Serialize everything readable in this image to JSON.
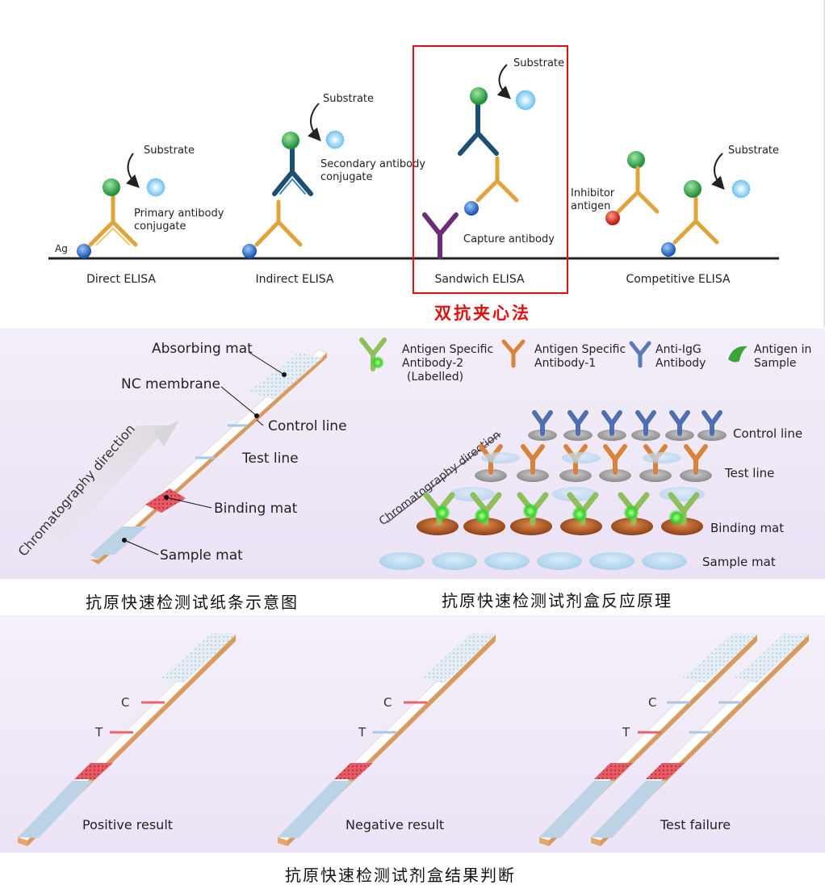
{
  "elisa": {
    "ag_label": "Ag",
    "substrate": "Substrate",
    "primary_conjugate": [
      "Primary antibody",
      "conjugate"
    ],
    "secondary_conjugate": [
      "Secondary antibody",
      "conjugate"
    ],
    "capture_antibody": "Capture antibody",
    "inhibitor_antigen": [
      "Inhibitor",
      "antigen"
    ],
    "methods": [
      "Direct ELISA",
      "Indirect ELISA",
      "Sandwich ELISA",
      "Competitive ELISA"
    ],
    "highlight_caption": "双抗夹心法",
    "highlight_color": "#e01010"
  },
  "strip": {
    "labels": {
      "absorbing_mat": "Absorbing mat",
      "nc_membrane": "NC membrane",
      "control_line": "Control line",
      "test_line": "Test line",
      "binding_mat": "Binding mat",
      "sample_mat": "Sample mat",
      "direction": "Chromatography direction"
    },
    "caption": "抗原快速检测试纸条示意图"
  },
  "reaction": {
    "legend": [
      {
        "lines": [
          "Antigen Specific",
          "Antibody-2",
          "(Labelled)"
        ],
        "icon": "green-antibody-icon",
        "color": "#8dbf5a"
      },
      {
        "lines": [
          "Antigen Specific",
          "Antibody-1"
        ],
        "icon": "orange-antibody-icon",
        "color": "#d9823a"
      },
      {
        "lines": [
          "Anti-IgG",
          "Antibody"
        ],
        "icon": "blue-antibody-icon",
        "color": "#5b79b8"
      },
      {
        "lines": [
          "Antigen in",
          "Sample"
        ],
        "icon": "antigen-icon",
        "color": "#3aa33a"
      }
    ],
    "rows": {
      "control_line": "Control line",
      "test_line": "Test line",
      "binding_mat": "Binding mat",
      "sample_mat": "Sample mat"
    },
    "direction": "Chromatography direction",
    "caption": "抗原快速检测试剂盒反应原理"
  },
  "results": {
    "c_label": "C",
    "t_label": "T",
    "items": [
      "Positive result",
      "Negative result",
      "Test failure"
    ],
    "caption": "抗原快速检测试剂盒结果判断"
  },
  "colors": {
    "positive_line": "#e8636b",
    "negative_line": "#a9c6e6",
    "baseline": "#222222"
  }
}
